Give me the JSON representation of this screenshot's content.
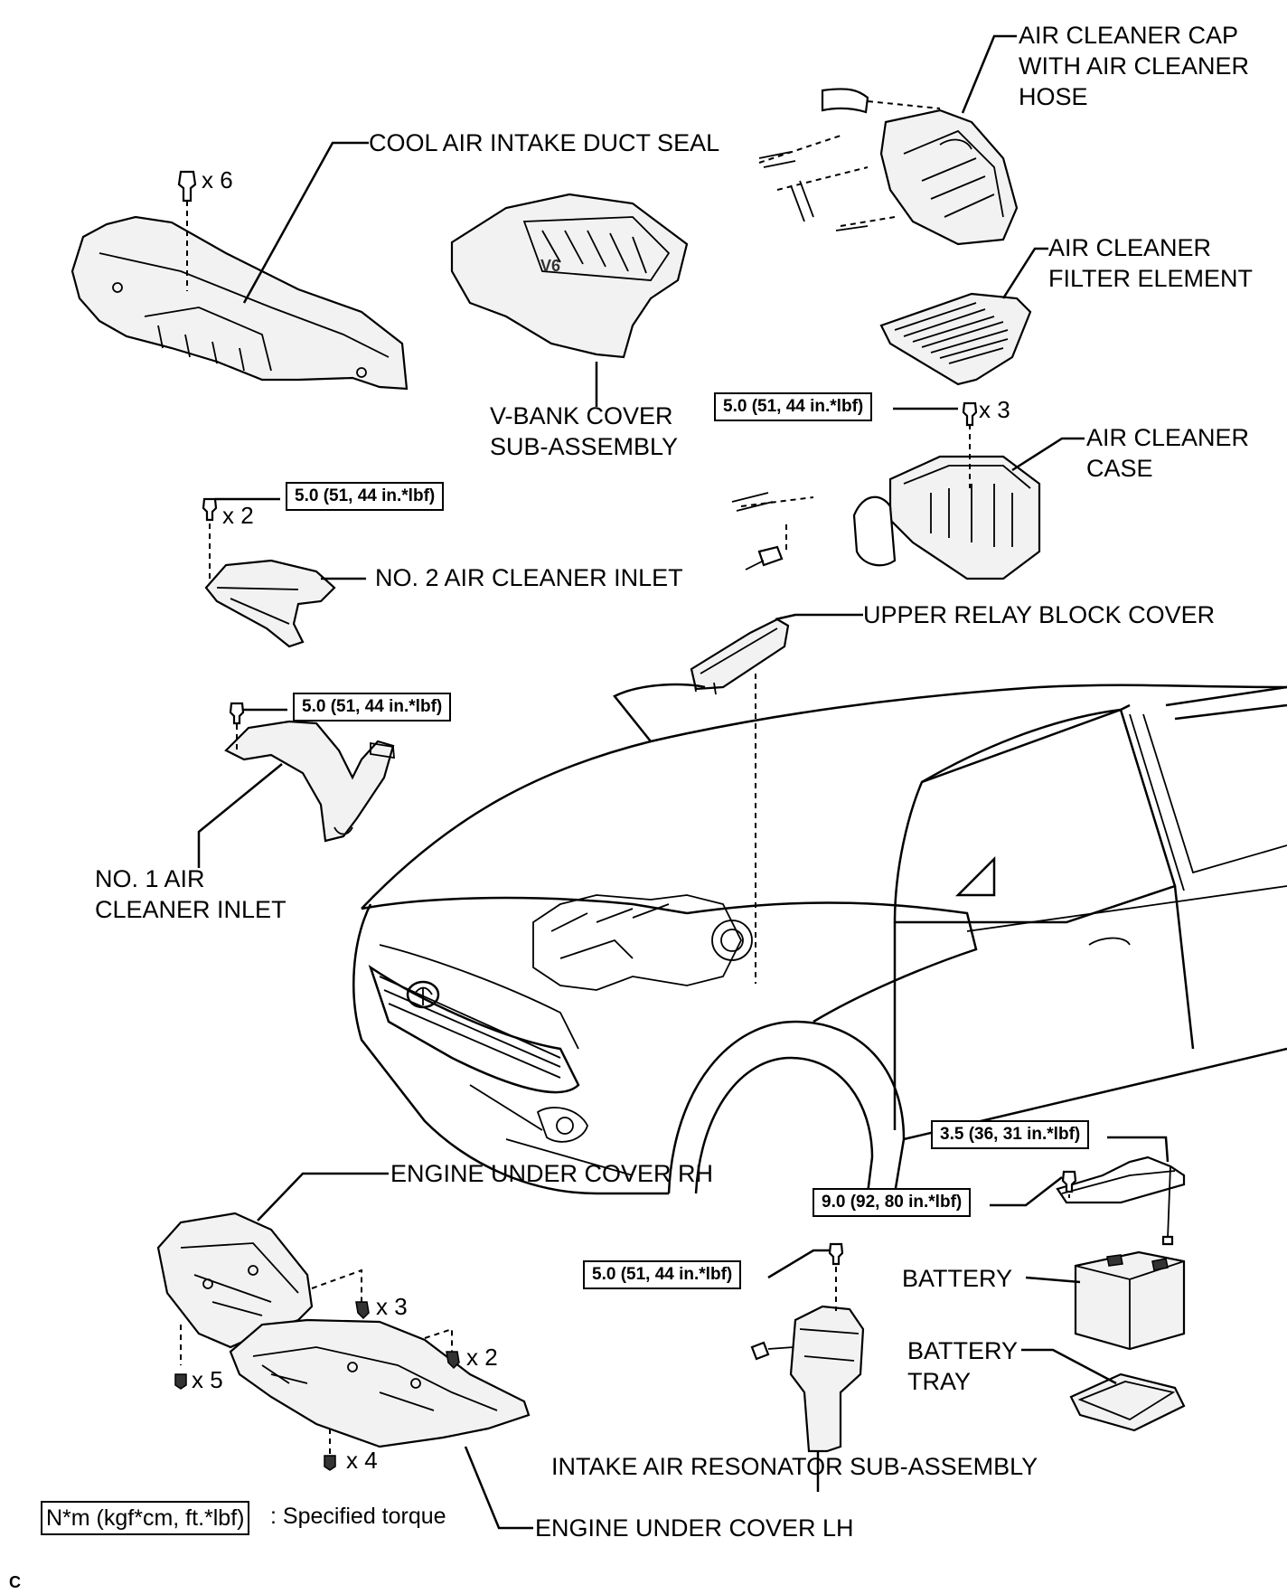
{
  "labels": {
    "air_cleaner_cap": [
      "AIR CLEANER CAP",
      "WITH AIR CLEANER",
      "HOSE"
    ],
    "cool_air_intake_duct_seal": "COOL AIR INTAKE DUCT SEAL",
    "air_cleaner_filter_element": [
      "AIR CLEANER",
      "FILTER ELEMENT"
    ],
    "v_bank_cover": [
      "V-BANK COVER",
      "SUB-ASSEMBLY"
    ],
    "air_cleaner_case": [
      "AIR CLEANER",
      "CASE"
    ],
    "no2_air_cleaner_inlet": "NO. 2 AIR CLEANER INLET",
    "upper_relay_block_cover": "UPPER RELAY BLOCK COVER",
    "no1_air_cleaner_inlet": [
      "NO. 1 AIR",
      "CLEANER INLET"
    ],
    "engine_under_cover_rh": "ENGINE UNDER COVER RH",
    "battery": "BATTERY",
    "battery_tray": [
      "BATTERY",
      "TRAY"
    ],
    "intake_air_resonator": "INTAKE AIR RESONATOR SUB-ASSEMBLY",
    "engine_under_cover_lh": "ENGINE UNDER COVER LH"
  },
  "torques": {
    "air_cleaner_case": "5.0 (51, 44 in.*lbf)",
    "no2_inlet": "5.0 (51, 44 in.*lbf)",
    "no1_inlet": "5.0 (51, 44 in.*lbf)",
    "battery_clamp_a": "3.5 (36, 31 in.*lbf)",
    "battery_clamp_b": "9.0 (92, 80 in.*lbf)",
    "resonator": "5.0 (51, 44 in.*lbf)"
  },
  "quantities": {
    "duct_seal_clips": "x 6",
    "case_bolts": "x 3",
    "no2_inlet_bolts": "x 2",
    "rh_cover_clips": "x 3",
    "lh_cover_clips_a": "x 2",
    "rh_cover_bolts": "x 5",
    "lh_cover_bolts": "x 4"
  },
  "legend": {
    "unit": "N*m (kgf*cm, ft.*lbf)",
    "description": ": Specified torque"
  },
  "corner_mark": "C"
}
